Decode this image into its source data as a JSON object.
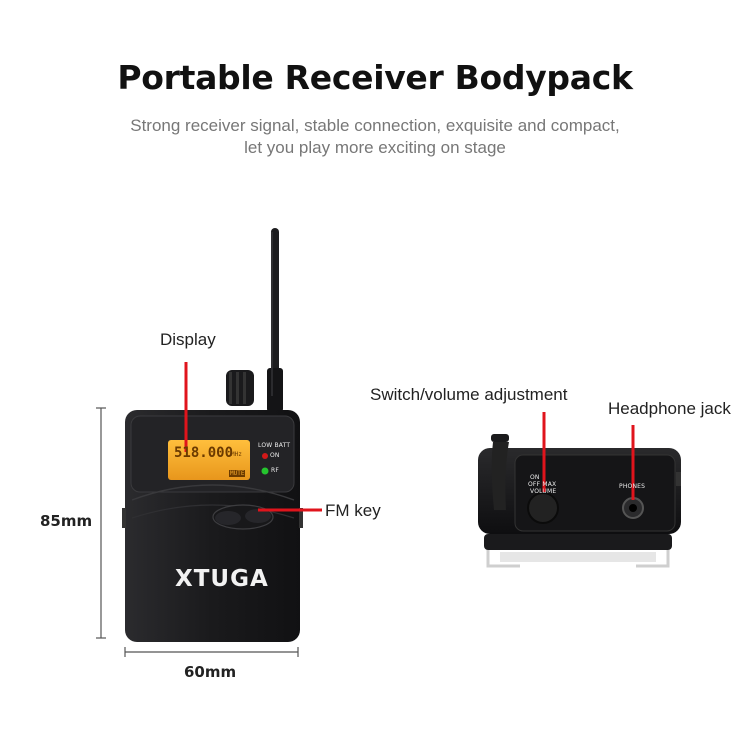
{
  "header": {
    "title": "Portable Receiver Bodypack",
    "subtitle_line1": "Strong receiver signal, stable connection, exquisite and compact,",
    "subtitle_line2": "let you play more exciting on stage"
  },
  "labels": {
    "display": "Display",
    "fm_key": "FM key",
    "switch_volume": "Switch/volume adjustment",
    "headphone_jack": "Headphone jack"
  },
  "dimensions": {
    "height": "85mm",
    "width": "60mm"
  },
  "device": {
    "lcd_frequency": "518.000",
    "lcd_unit": "MHz",
    "lcd_bottom": "MUTE",
    "low_batt": "LOW BATT",
    "on": "ON",
    "rf": "RF",
    "brand": "XTUGA",
    "top_on": "ON",
    "top_off_max": "OFF MAX",
    "top_volume": "VOLUME",
    "top_phones": "PHONES"
  },
  "colors": {
    "accent_red": "#e0141c",
    "body_dark": "#1c1c1e",
    "lcd": "#f2a62a"
  }
}
